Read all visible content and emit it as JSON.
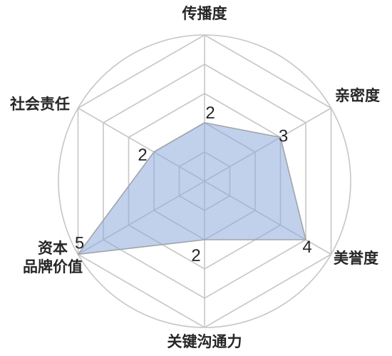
{
  "chart_data": {
    "type": "radar",
    "title": "",
    "range": [
      0,
      5
    ],
    "rings": 5,
    "grid": true,
    "categories": [
      {
        "label_lines": [
          "传播度"
        ],
        "value": 2,
        "value_text": "2"
      },
      {
        "label_lines": [
          "亲密度"
        ],
        "value": 3,
        "value_text": "3"
      },
      {
        "label_lines": [
          "美誉度"
        ],
        "value": 4,
        "value_text": "4"
      },
      {
        "label_lines": [
          "关键沟通力"
        ],
        "value": 2,
        "value_text": "2"
      },
      {
        "label_lines": [
          "资本",
          "品牌价值"
        ],
        "value": 5,
        "value_text": "5"
      },
      {
        "label_lines": [
          "社会责任"
        ],
        "value": 2,
        "value_text": "2"
      }
    ],
    "series": [
      {
        "values": [
          2,
          3,
          4,
          2,
          5,
          2
        ],
        "color": "#8eabdc",
        "border_color": "#a0a4ab"
      }
    ],
    "colors": {
      "grid": "#c6c6c6",
      "text": "#262626"
    }
  }
}
